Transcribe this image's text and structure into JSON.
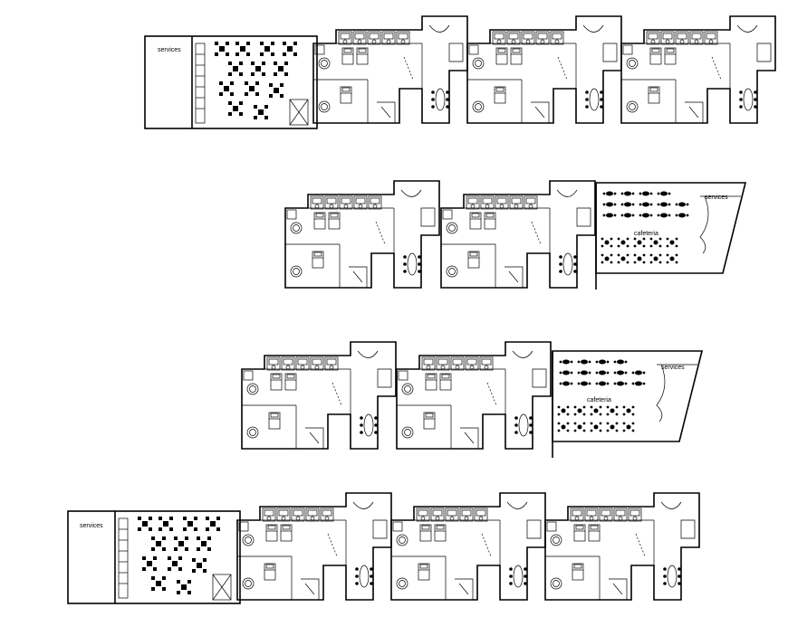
{
  "plans": [
    {
      "id": "plan-1",
      "labels": {
        "services": "services"
      }
    },
    {
      "id": "plan-2",
      "labels": {
        "services": "services",
        "cafeteria": "cafeteria"
      }
    },
    {
      "id": "plan-3",
      "labels": {
        "services": "services",
        "cafeteria": "cafeteria"
      }
    },
    {
      "id": "plan-4",
      "labels": {
        "services": "services"
      }
    }
  ],
  "colors": {
    "line": "#000000",
    "background": "#ffffff"
  }
}
